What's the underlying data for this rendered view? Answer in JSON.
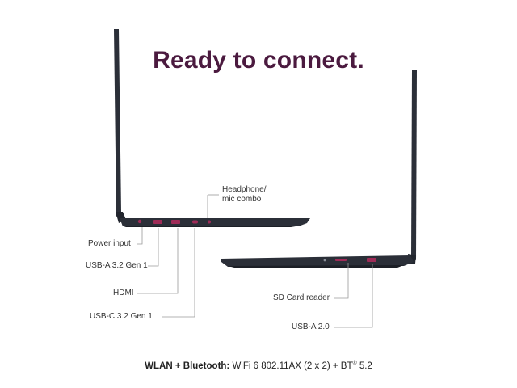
{
  "title": "Ready to connect.",
  "left_ports": {
    "headphone_line1": "Headphone/",
    "headphone_line2": "mic combo",
    "power": "Power input",
    "usb_a_32": "USB-A 3.2 Gen 1",
    "hdmi": "HDMI",
    "usb_c_32": "USB-C 3.2 Gen 1"
  },
  "right_ports": {
    "sd_card": "SD Card reader",
    "usb_a_20": "USB-A 2.0"
  },
  "footer": {
    "label": "WLAN + Bluetooth:",
    "wifi": " WiFi 6 802.11AX (2 x 2) + BT",
    "bt_mark": "®",
    "bt_version": " 5.2"
  },
  "colors": {
    "title": "#4b1a3f",
    "laptop_body": "#2b2f38",
    "port_accent": "#9e2b57",
    "leader_line": "#9a9a9a"
  }
}
